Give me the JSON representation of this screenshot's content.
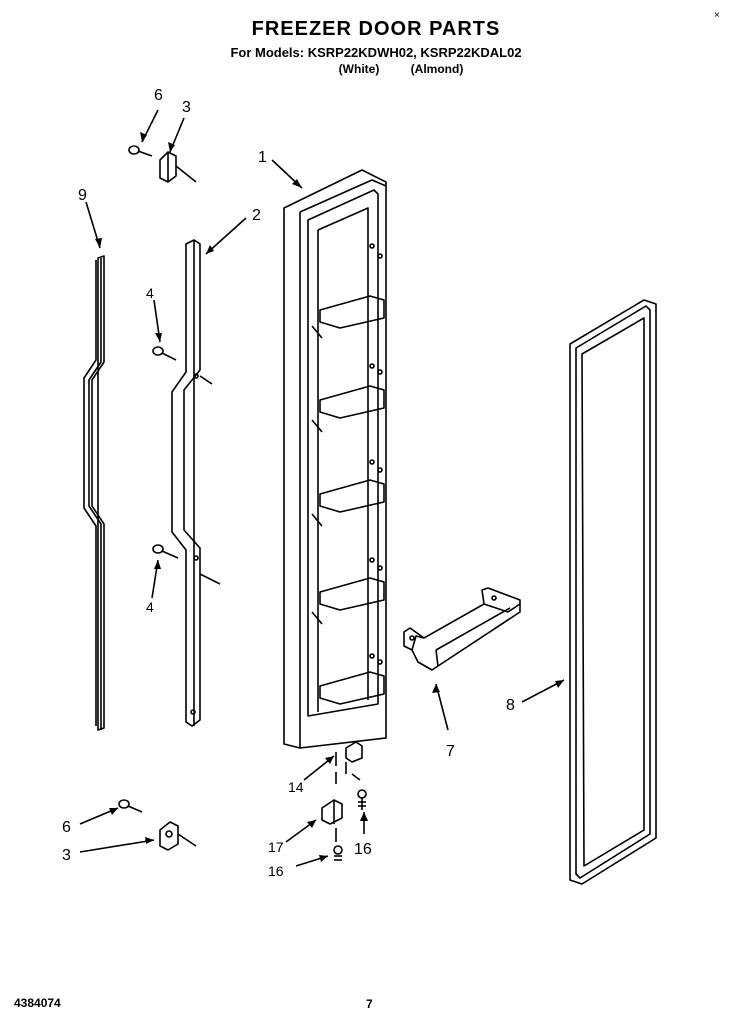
{
  "header": {
    "title": "FREEZER DOOR PARTS",
    "models": "For Models: KSRP22KDWH02, KSRP22KDAL02",
    "color_a": "(White)",
    "color_b": "(Almond)"
  },
  "callouts": {
    "c1": "1",
    "c2": "2",
    "c3_top": "3",
    "c3_bottom": "3",
    "c4_top": "4",
    "c4_bottom": "4",
    "c6_top": "6",
    "c6_bottom": "6",
    "c7": "7",
    "c8": "8",
    "c9": "9",
    "c14": "14",
    "c16_a": "16",
    "c16_b": "16",
    "c17": "17"
  },
  "footer": {
    "doc_number": "4384074",
    "page_number": "7",
    "corner_mark": "×"
  }
}
